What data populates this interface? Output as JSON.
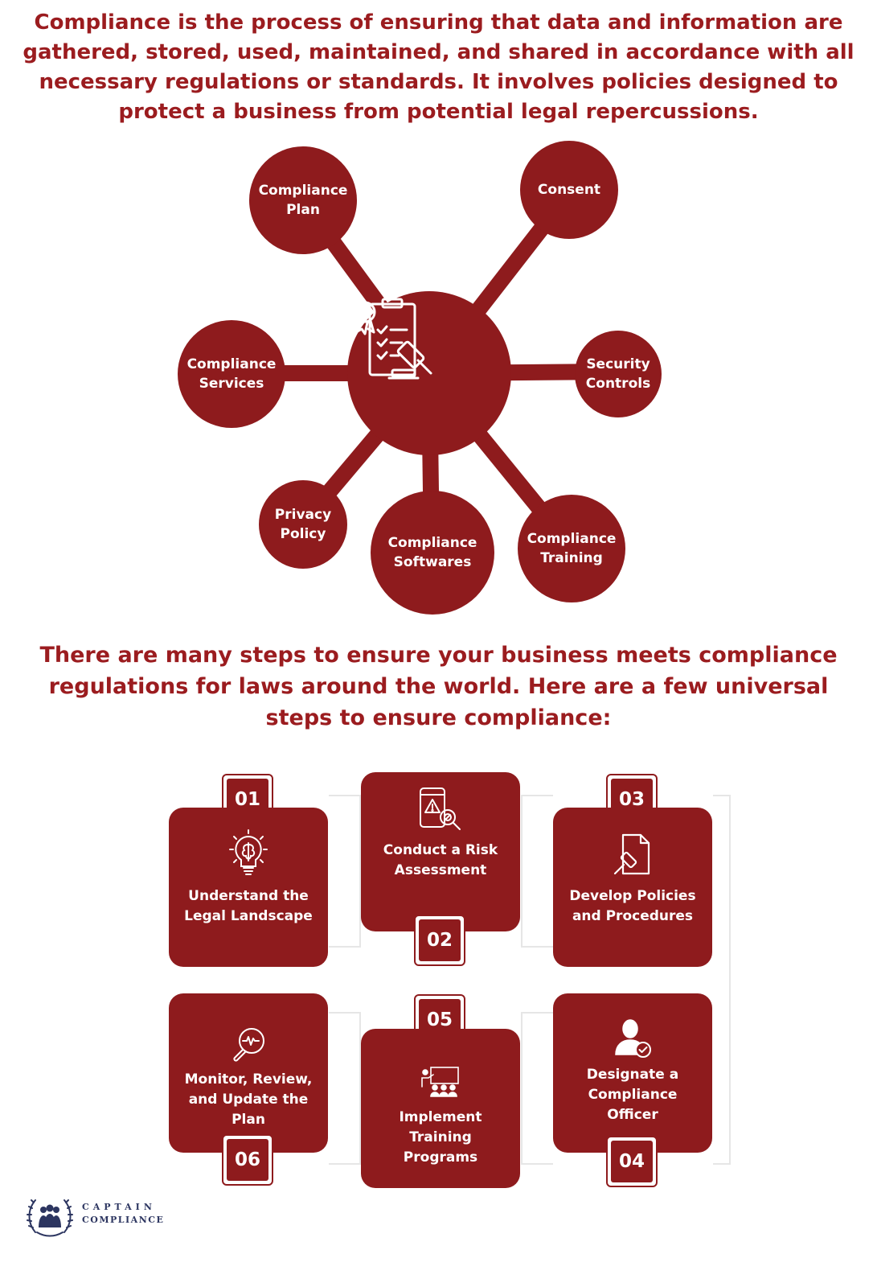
{
  "intro_text": "Compliance is the process of ensuring that data and information are gathered, stored, used, maintained, and shared in accordance with all necessary regulations or standards. It involves policies designed to protect a business from potential legal repercussions.",
  "hub": {
    "center_icon": "compliance-checklist-gavel-icon",
    "nodes": [
      {
        "label": "Compliance\nPlan"
      },
      {
        "label": "Consent"
      },
      {
        "label": "Compliance\nServices"
      },
      {
        "label": "Security\nControls"
      },
      {
        "label": "Privacy\nPolicy"
      },
      {
        "label": "Compliance\nSoftwares"
      },
      {
        "label": "Compliance\nTraining"
      }
    ]
  },
  "steps_intro": "There are many steps to ensure your business meets compliance regulations for laws around the world. Here are a few universal steps to ensure compliance:",
  "steps": [
    {
      "number": "01",
      "title": "Understand the Legal Landscape",
      "icon": "lightbulb-brain-icon"
    },
    {
      "number": "02",
      "title": "Conduct a Risk Assessment",
      "icon": "mobile-warning-search-icon"
    },
    {
      "number": "03",
      "title": "Develop Policies and Procedures",
      "icon": "document-gavel-icon"
    },
    {
      "number": "04",
      "title": "Designate a Compliance Officer",
      "icon": "officer-checkmark-icon"
    },
    {
      "number": "05",
      "title": "Implement Training Programs",
      "icon": "presentation-audience-icon"
    },
    {
      "number": "06",
      "title": "Monitor, Review, and Update the Plan",
      "icon": "magnifier-pulse-icon"
    }
  ],
  "logo": {
    "line1": "CAPTAIN",
    "line2": "COMPLIANCE"
  },
  "colors": {
    "primary": "#8e1b1d",
    "heading": "#9b1c1f",
    "logo_text": "#2c3560"
  }
}
